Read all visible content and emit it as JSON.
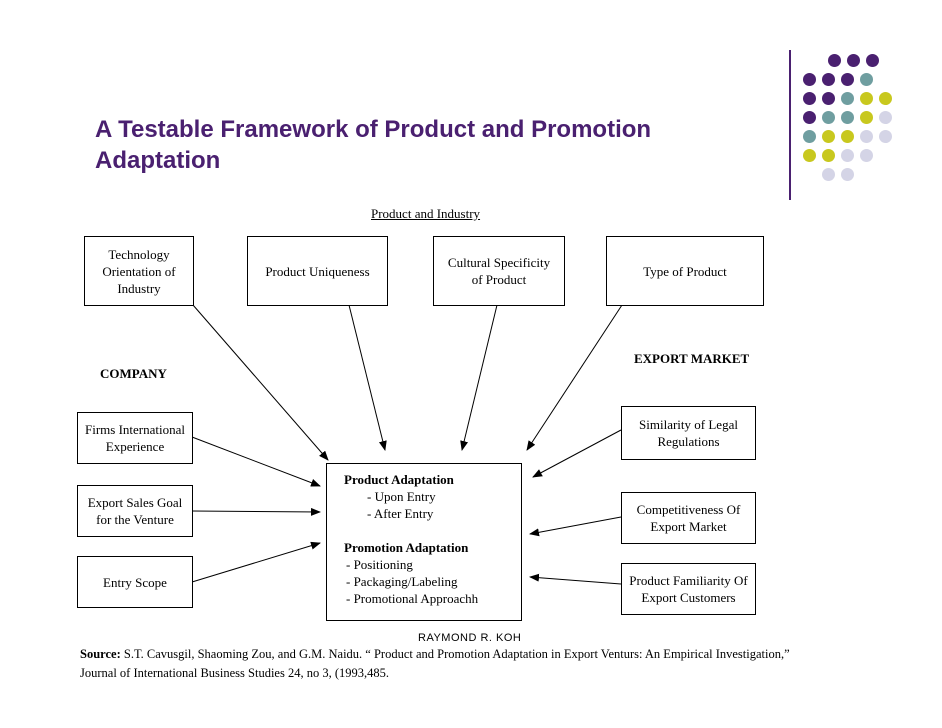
{
  "slide": {
    "title_line1": "A Testable Framework of Product and Promotion",
    "title_line2": "Adaptation"
  },
  "decoration": {
    "dot_colors": {
      "purple": "#4a2070",
      "teal": "#6f9ea0",
      "yellow": "#c8c81e",
      "lavender": "#d4d4e6"
    }
  },
  "diagram": {
    "product_industry_heading": "Product and Industry",
    "company_heading": "COMPANY",
    "export_market_heading": "EXPORT MARKET",
    "top_boxes": {
      "technology": [
        "Technology",
        "Orientation of",
        "Industry"
      ],
      "uniqueness": [
        "Product Uniqueness"
      ],
      "cultural": [
        "Cultural Specificity",
        "of Product"
      ],
      "type": [
        "Type of Product"
      ]
    },
    "left_boxes": {
      "firms": [
        "Firms International",
        "Experience"
      ],
      "export_sales": [
        "Export Sales Goal",
        "for the Venture"
      ],
      "entry_scope": [
        "Entry Scope"
      ]
    },
    "right_boxes": {
      "legal": [
        "Similarity of Legal",
        "Regulations"
      ],
      "competitiveness": [
        "Competitiveness Of",
        "Export Market"
      ],
      "familiarity": [
        "Product Familiarity Of",
        "Export Customers"
      ]
    },
    "center": {
      "product_adaptation": "Product Adaptation",
      "upon_entry": "- Upon Entry",
      "after_entry": "- After Entry",
      "promotion_adaptation": "Promotion Adaptation",
      "positioning": "- Positioning",
      "packaging": "- Packaging/Labeling",
      "promotional": "- Promotional Approachh"
    }
  },
  "footer": {
    "author": "RAYMOND R. KOH",
    "source_label": "Source:",
    "source_text": " S.T. Cavusgil, Shaoming Zou, and G.M. Naidu. “ Product and Promotion Adaptation in Export Venturs: An Empirical Investigation,”",
    "source_line2": "Journal of International Business Studies 24, no 3, (1993,485."
  }
}
